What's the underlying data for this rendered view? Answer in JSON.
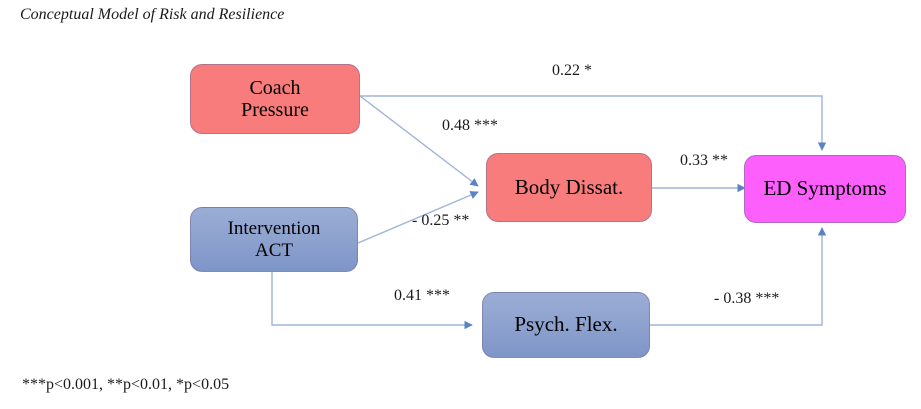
{
  "figure": {
    "title": "Conceptual Model of Risk and Resilience",
    "footnote": "***p<0.001, **p<0.01, *p<0.05",
    "colors": {
      "risk_node": "#f97c7c",
      "protective_node": "#8fa3cf",
      "outcome_node": "#fd5ffd",
      "edge": "#9fb3d9",
      "text": "#1a1a1a"
    }
  },
  "nodes": {
    "coach_pressure": {
      "label": "Coach\nPressure"
    },
    "intervention_act": {
      "label": "Intervention\nACT"
    },
    "body_dissat": {
      "label": "Body Dissat."
    },
    "psych_flex": {
      "label": "Psych. Flex."
    },
    "ed_symptoms": {
      "label": "ED Symptoms"
    }
  },
  "paths": [
    {
      "id": "coach-to-ed",
      "from": "coach_pressure",
      "to": "ed_symptoms",
      "coefficient": "0.22 *"
    },
    {
      "id": "coach-to-body",
      "from": "coach_pressure",
      "to": "body_dissat",
      "coefficient": "0.48 ***"
    },
    {
      "id": "intervention-to-body",
      "from": "intervention_act",
      "to": "body_dissat",
      "coefficient": "- 0.25 **"
    },
    {
      "id": "body-to-ed",
      "from": "body_dissat",
      "to": "ed_symptoms",
      "coefficient": "0.33 **"
    },
    {
      "id": "intervention-to-psych",
      "from": "intervention_act",
      "to": "psych_flex",
      "coefficient": "0.41 ***"
    },
    {
      "id": "psych-to-ed",
      "from": "psych_flex",
      "to": "ed_symptoms",
      "coefficient": "- 0.38 ***"
    }
  ]
}
